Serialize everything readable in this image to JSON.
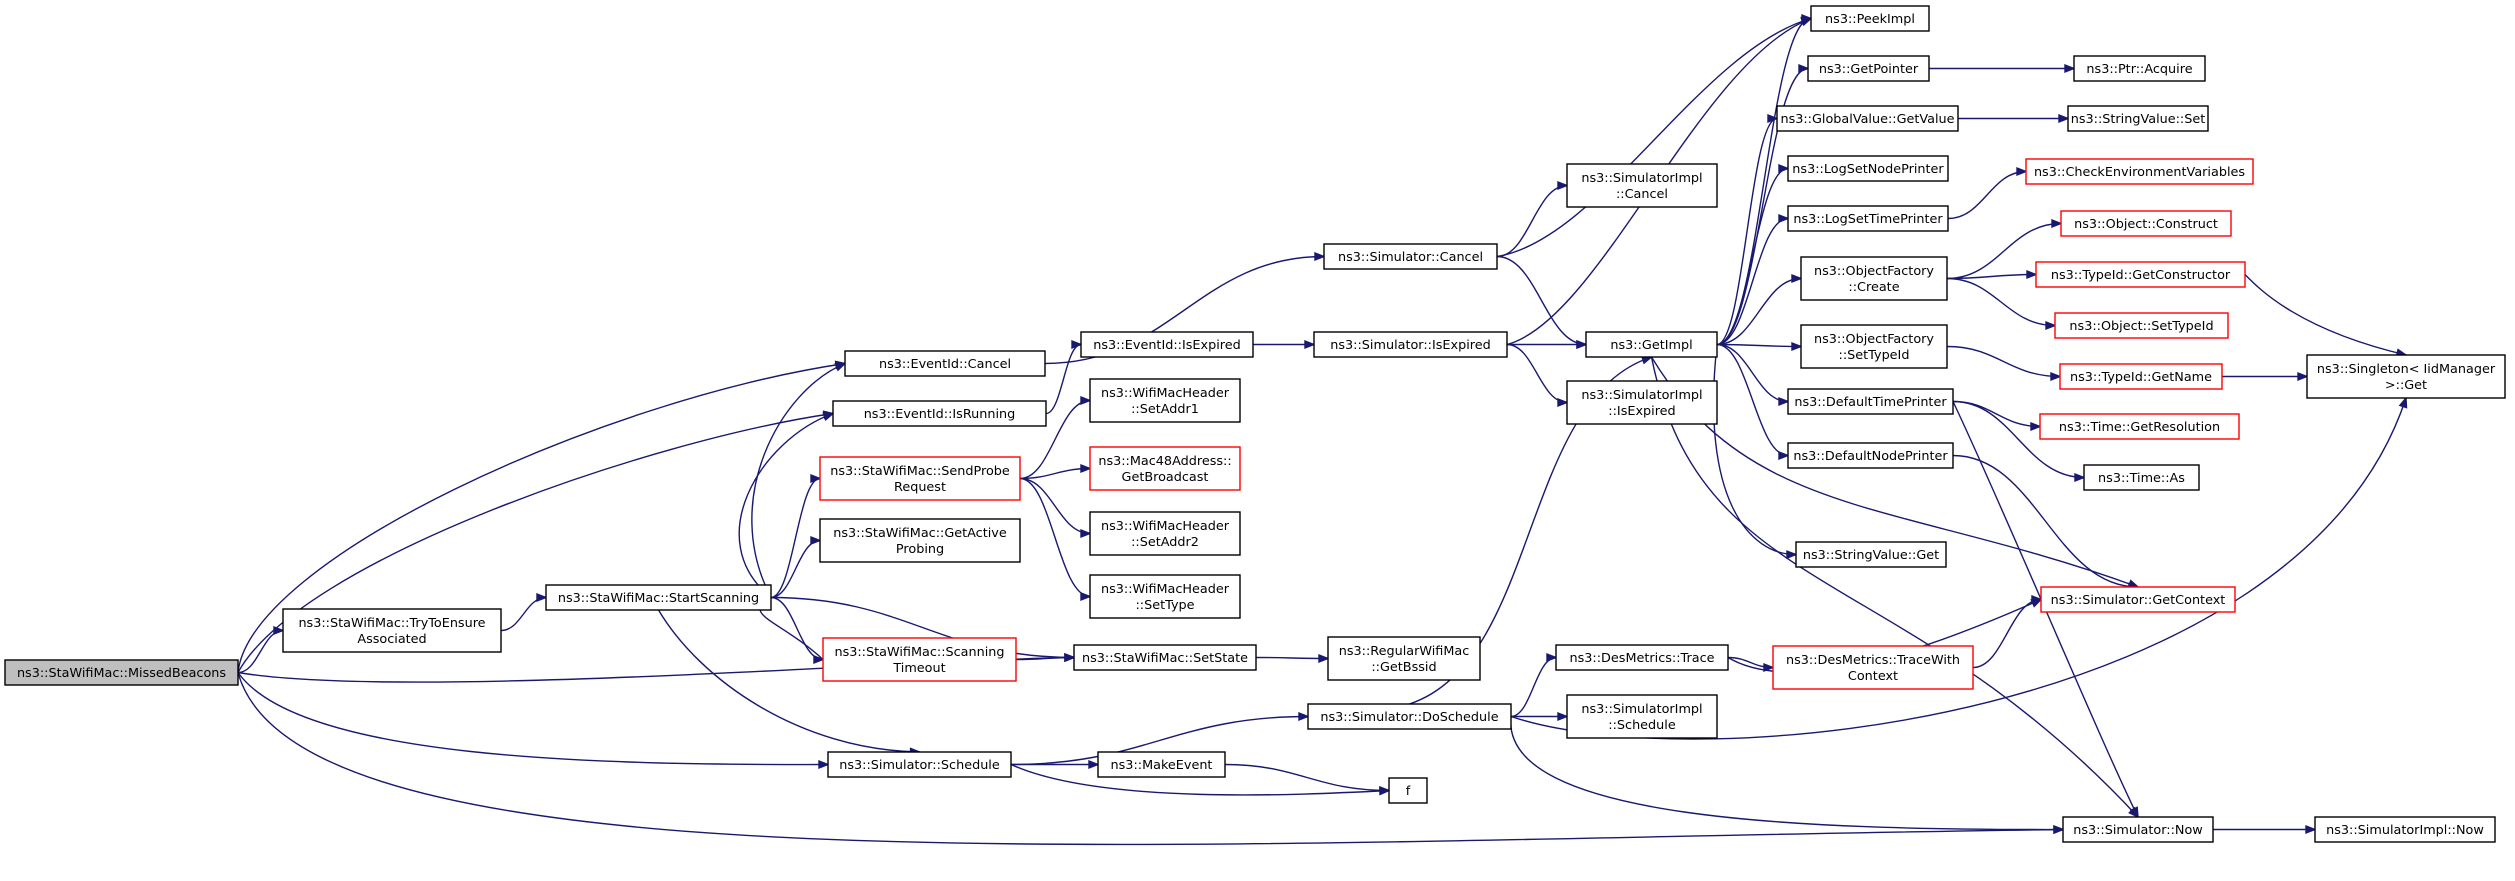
{
  "graph": {
    "colors": {
      "edge": "#191970",
      "root_fill": "#bfbfbf",
      "root_stroke": "#000000",
      "normal_stroke": "#000000",
      "truncated_stroke": "#ff0000"
    },
    "nodes": [
      {
        "id": "n0",
        "lines": [
          "ns3::StaWifiMac::MissedBeacons"
        ],
        "style": "root"
      },
      {
        "id": "n1",
        "lines": [
          "ns3::EventId::Cancel"
        ],
        "style": "normal"
      },
      {
        "id": "n2",
        "lines": [
          "ns3::EventId::IsRunning"
        ],
        "style": "normal"
      },
      {
        "id": "n3",
        "lines": [
          "ns3::StaWifiMac::TryToEnsure",
          "Associated"
        ],
        "style": "normal"
      },
      {
        "id": "n4",
        "lines": [
          "ns3::StaWifiMac::StartScanning"
        ],
        "style": "normal"
      },
      {
        "id": "n5",
        "lines": [
          "ns3::StaWifiMac::SendProbe",
          "Request"
        ],
        "style": "truncated"
      },
      {
        "id": "n6",
        "lines": [
          "ns3::StaWifiMac::GetActive",
          "Probing"
        ],
        "style": "normal"
      },
      {
        "id": "n7",
        "lines": [
          "ns3::StaWifiMac::Scanning",
          "Timeout"
        ],
        "style": "truncated"
      },
      {
        "id": "n8",
        "lines": [
          "ns3::Simulator::Schedule"
        ],
        "style": "normal"
      },
      {
        "id": "n9",
        "lines": [
          "ns3::EventId::IsExpired"
        ],
        "style": "normal"
      },
      {
        "id": "n10",
        "lines": [
          "ns3::WifiMacHeader",
          "::SetAddr1"
        ],
        "style": "normal"
      },
      {
        "id": "n11",
        "lines": [
          "ns3::Mac48Address::",
          "GetBroadcast"
        ],
        "style": "truncated"
      },
      {
        "id": "n12",
        "lines": [
          "ns3::WifiMacHeader",
          "::SetAddr2"
        ],
        "style": "normal"
      },
      {
        "id": "n13",
        "lines": [
          "ns3::WifiMacHeader",
          "::SetType"
        ],
        "style": "normal"
      },
      {
        "id": "n14",
        "lines": [
          "ns3::StaWifiMac::SetState"
        ],
        "style": "normal"
      },
      {
        "id": "n15",
        "lines": [
          "ns3::MakeEvent"
        ],
        "style": "normal"
      },
      {
        "id": "n16",
        "lines": [
          "f"
        ],
        "style": "normal"
      },
      {
        "id": "n17",
        "lines": [
          "ns3::Simulator::Cancel"
        ],
        "style": "normal"
      },
      {
        "id": "n18",
        "lines": [
          "ns3::Simulator::IsExpired"
        ],
        "style": "normal"
      },
      {
        "id": "n19",
        "lines": [
          "ns3::RegularWifiMac",
          "::GetBssid"
        ],
        "style": "normal"
      },
      {
        "id": "n20",
        "lines": [
          "ns3::Simulator::DoSchedule"
        ],
        "style": "normal"
      },
      {
        "id": "n21",
        "lines": [
          "ns3::SimulatorImpl",
          "::Cancel"
        ],
        "style": "normal"
      },
      {
        "id": "n22",
        "lines": [
          "ns3::GetImpl"
        ],
        "style": "normal"
      },
      {
        "id": "n23",
        "lines": [
          "ns3::SimulatorImpl",
          "::IsExpired"
        ],
        "style": "normal"
      },
      {
        "id": "n24",
        "lines": [
          "ns3::DesMetrics::Trace"
        ],
        "style": "normal"
      },
      {
        "id": "n25",
        "lines": [
          "ns3::SimulatorImpl",
          "::Schedule"
        ],
        "style": "normal"
      },
      {
        "id": "n26",
        "lines": [
          "ns3::PeekImpl"
        ],
        "style": "normal"
      },
      {
        "id": "n27",
        "lines": [
          "ns3::GetPointer"
        ],
        "style": "normal"
      },
      {
        "id": "n28",
        "lines": [
          "ns3::GlobalValue::GetValue"
        ],
        "style": "normal"
      },
      {
        "id": "n29",
        "lines": [
          "ns3::LogSetNodePrinter"
        ],
        "style": "normal"
      },
      {
        "id": "n30",
        "lines": [
          "ns3::LogSetTimePrinter"
        ],
        "style": "normal"
      },
      {
        "id": "n31",
        "lines": [
          "ns3::ObjectFactory",
          "::Create"
        ],
        "style": "normal"
      },
      {
        "id": "n32",
        "lines": [
          "ns3::ObjectFactory",
          "::SetTypeId"
        ],
        "style": "normal"
      },
      {
        "id": "n33",
        "lines": [
          "ns3::DefaultTimePrinter"
        ],
        "style": "normal"
      },
      {
        "id": "n34",
        "lines": [
          "ns3::DefaultNodePrinter"
        ],
        "style": "normal"
      },
      {
        "id": "n35",
        "lines": [
          "ns3::StringValue::Get"
        ],
        "style": "normal"
      },
      {
        "id": "n36",
        "lines": [
          "ns3::DesMetrics::TraceWith",
          "Context"
        ],
        "style": "truncated"
      },
      {
        "id": "n37",
        "lines": [
          "ns3::Ptr::Acquire"
        ],
        "style": "normal"
      },
      {
        "id": "n38",
        "lines": [
          "ns3::StringValue::Set"
        ],
        "style": "normal"
      },
      {
        "id": "n39",
        "lines": [
          "ns3::CheckEnvironmentVariables"
        ],
        "style": "truncated"
      },
      {
        "id": "n40",
        "lines": [
          "ns3::Object::Construct"
        ],
        "style": "truncated"
      },
      {
        "id": "n41",
        "lines": [
          "ns3::TypeId::GetConstructor"
        ],
        "style": "truncated"
      },
      {
        "id": "n42",
        "lines": [
          "ns3::Object::SetTypeId"
        ],
        "style": "truncated"
      },
      {
        "id": "n43",
        "lines": [
          "ns3::TypeId::GetName"
        ],
        "style": "truncated"
      },
      {
        "id": "n44",
        "lines": [
          "ns3::Time::GetResolution"
        ],
        "style": "truncated"
      },
      {
        "id": "n45",
        "lines": [
          "ns3::Time::As"
        ],
        "style": "normal"
      },
      {
        "id": "n46",
        "lines": [
          "ns3::Simulator::GetContext"
        ],
        "style": "truncated"
      },
      {
        "id": "n47",
        "lines": [
          "ns3::Simulator::Now"
        ],
        "style": "normal"
      },
      {
        "id": "n48",
        "lines": [
          "ns3::Singleton< IidManager",
          ">::Get"
        ],
        "style": "normal"
      },
      {
        "id": "n49",
        "lines": [
          "ns3::SimulatorImpl::Now"
        ],
        "style": "normal"
      }
    ],
    "edges": [
      [
        "n0",
        "n1"
      ],
      [
        "n0",
        "n2"
      ],
      [
        "n0",
        "n3"
      ],
      [
        "n0",
        "n14"
      ],
      [
        "n0",
        "n8"
      ],
      [
        "n0",
        "n47"
      ],
      [
        "n3",
        "n4"
      ],
      [
        "n4",
        "n1"
      ],
      [
        "n4",
        "n2"
      ],
      [
        "n4",
        "n5"
      ],
      [
        "n4",
        "n6"
      ],
      [
        "n4",
        "n7"
      ],
      [
        "n4",
        "n14"
      ],
      [
        "n4",
        "n8"
      ],
      [
        "n2",
        "n9"
      ],
      [
        "n5",
        "n10"
      ],
      [
        "n5",
        "n11"
      ],
      [
        "n5",
        "n12"
      ],
      [
        "n5",
        "n13"
      ],
      [
        "n7",
        "n14"
      ],
      [
        "n7",
        "n4"
      ],
      [
        "n14",
        "n19"
      ],
      [
        "n8",
        "n20"
      ],
      [
        "n8",
        "n15"
      ],
      [
        "n8",
        "n16"
      ],
      [
        "n15",
        "n16"
      ],
      [
        "n1",
        "n17"
      ],
      [
        "n9",
        "n18"
      ],
      [
        "n17",
        "n21"
      ],
      [
        "n17",
        "n22"
      ],
      [
        "n17",
        "n26"
      ],
      [
        "n18",
        "n22"
      ],
      [
        "n18",
        "n23"
      ],
      [
        "n18",
        "n26"
      ],
      [
        "n20",
        "n22"
      ],
      [
        "n20",
        "n24"
      ],
      [
        "n20",
        "n25"
      ],
      [
        "n20",
        "n47"
      ],
      [
        "n20",
        "n48"
      ],
      [
        "n22",
        "n26"
      ],
      [
        "n22",
        "n27"
      ],
      [
        "n22",
        "n28"
      ],
      [
        "n22",
        "n29"
      ],
      [
        "n22",
        "n30"
      ],
      [
        "n22",
        "n31"
      ],
      [
        "n22",
        "n32"
      ],
      [
        "n22",
        "n33"
      ],
      [
        "n22",
        "n34"
      ],
      [
        "n22",
        "n35"
      ],
      [
        "n22",
        "n46"
      ],
      [
        "n22",
        "n47"
      ],
      [
        "n24",
        "n36"
      ],
      [
        "n24",
        "n46"
      ],
      [
        "n36",
        "n46"
      ],
      [
        "n27",
        "n37"
      ],
      [
        "n28",
        "n38"
      ],
      [
        "n30",
        "n39"
      ],
      [
        "n31",
        "n40"
      ],
      [
        "n31",
        "n41"
      ],
      [
        "n31",
        "n42"
      ],
      [
        "n32",
        "n43"
      ],
      [
        "n41",
        "n48"
      ],
      [
        "n43",
        "n48"
      ],
      [
        "n33",
        "n44"
      ],
      [
        "n33",
        "n45"
      ],
      [
        "n33",
        "n47"
      ],
      [
        "n34",
        "n46"
      ],
      [
        "n47",
        "n49"
      ]
    ]
  }
}
